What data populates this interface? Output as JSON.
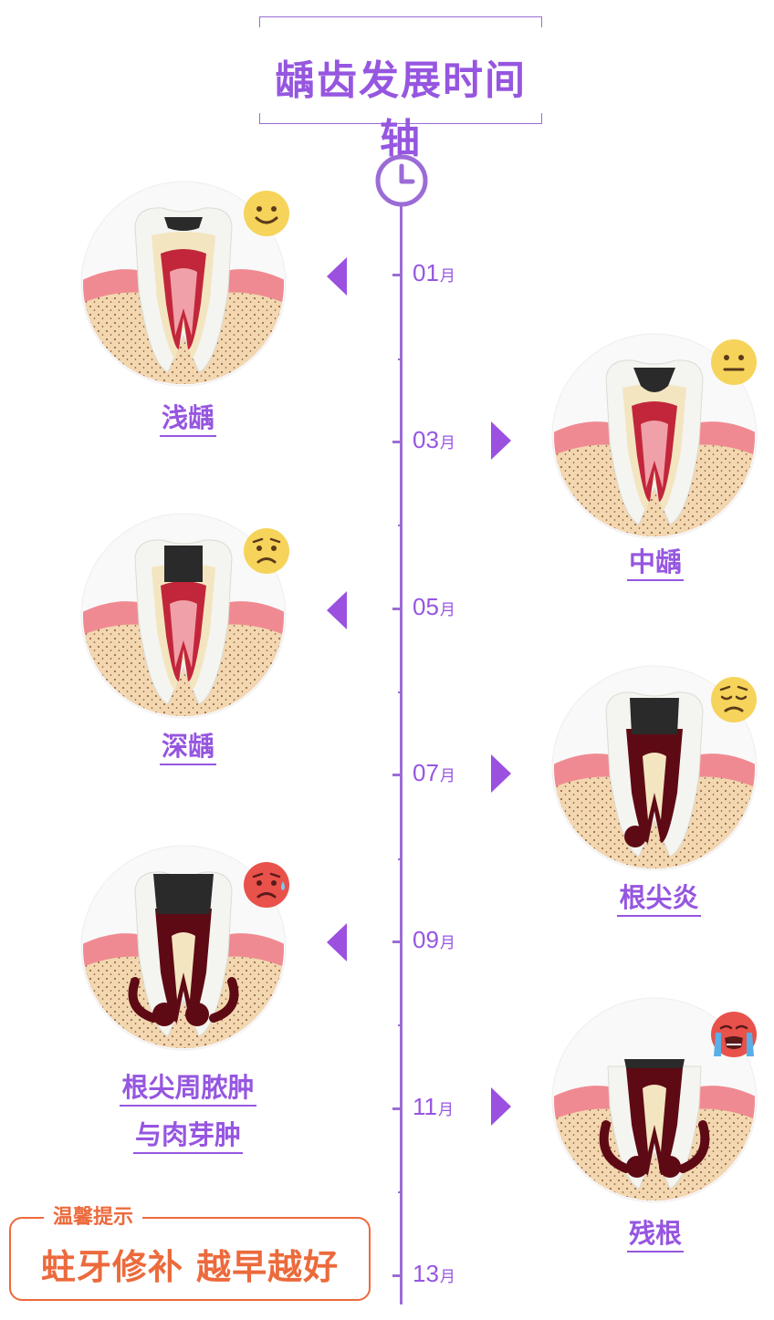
{
  "title": "龋齿发展时间轴",
  "colors": {
    "accent": "#9656e0",
    "tip": "#ec6a3c"
  },
  "timeline": {
    "icon": "clock-icon",
    "months": [
      {
        "num": "01",
        "unit": "月"
      },
      {
        "num": "03",
        "unit": "月"
      },
      {
        "num": "05",
        "unit": "月"
      },
      {
        "num": "07",
        "unit": "月"
      },
      {
        "num": "09",
        "unit": "月"
      },
      {
        "num": "11",
        "unit": "月"
      },
      {
        "num": "13",
        "unit": "月"
      }
    ]
  },
  "stages": [
    {
      "label_line1": "浅龋",
      "label_line2": "",
      "emoji": "smiling-face-icon"
    },
    {
      "label_line1": "中龋",
      "label_line2": "",
      "emoji": "neutral-face-icon"
    },
    {
      "label_line1": "深龋",
      "label_line2": "",
      "emoji": "worried-face-icon"
    },
    {
      "label_line1": "根尖炎",
      "label_line2": "",
      "emoji": "pensive-face-icon"
    },
    {
      "label_line1": "根尖周脓肿",
      "label_line2": "与肉芽肿",
      "emoji": "sweating-red-face-icon"
    },
    {
      "label_line1": "残根",
      "label_line2": "",
      "emoji": "crying-red-face-icon"
    }
  ],
  "tip": {
    "heading": "温馨提示",
    "message": "蛀牙修补 越早越好"
  }
}
